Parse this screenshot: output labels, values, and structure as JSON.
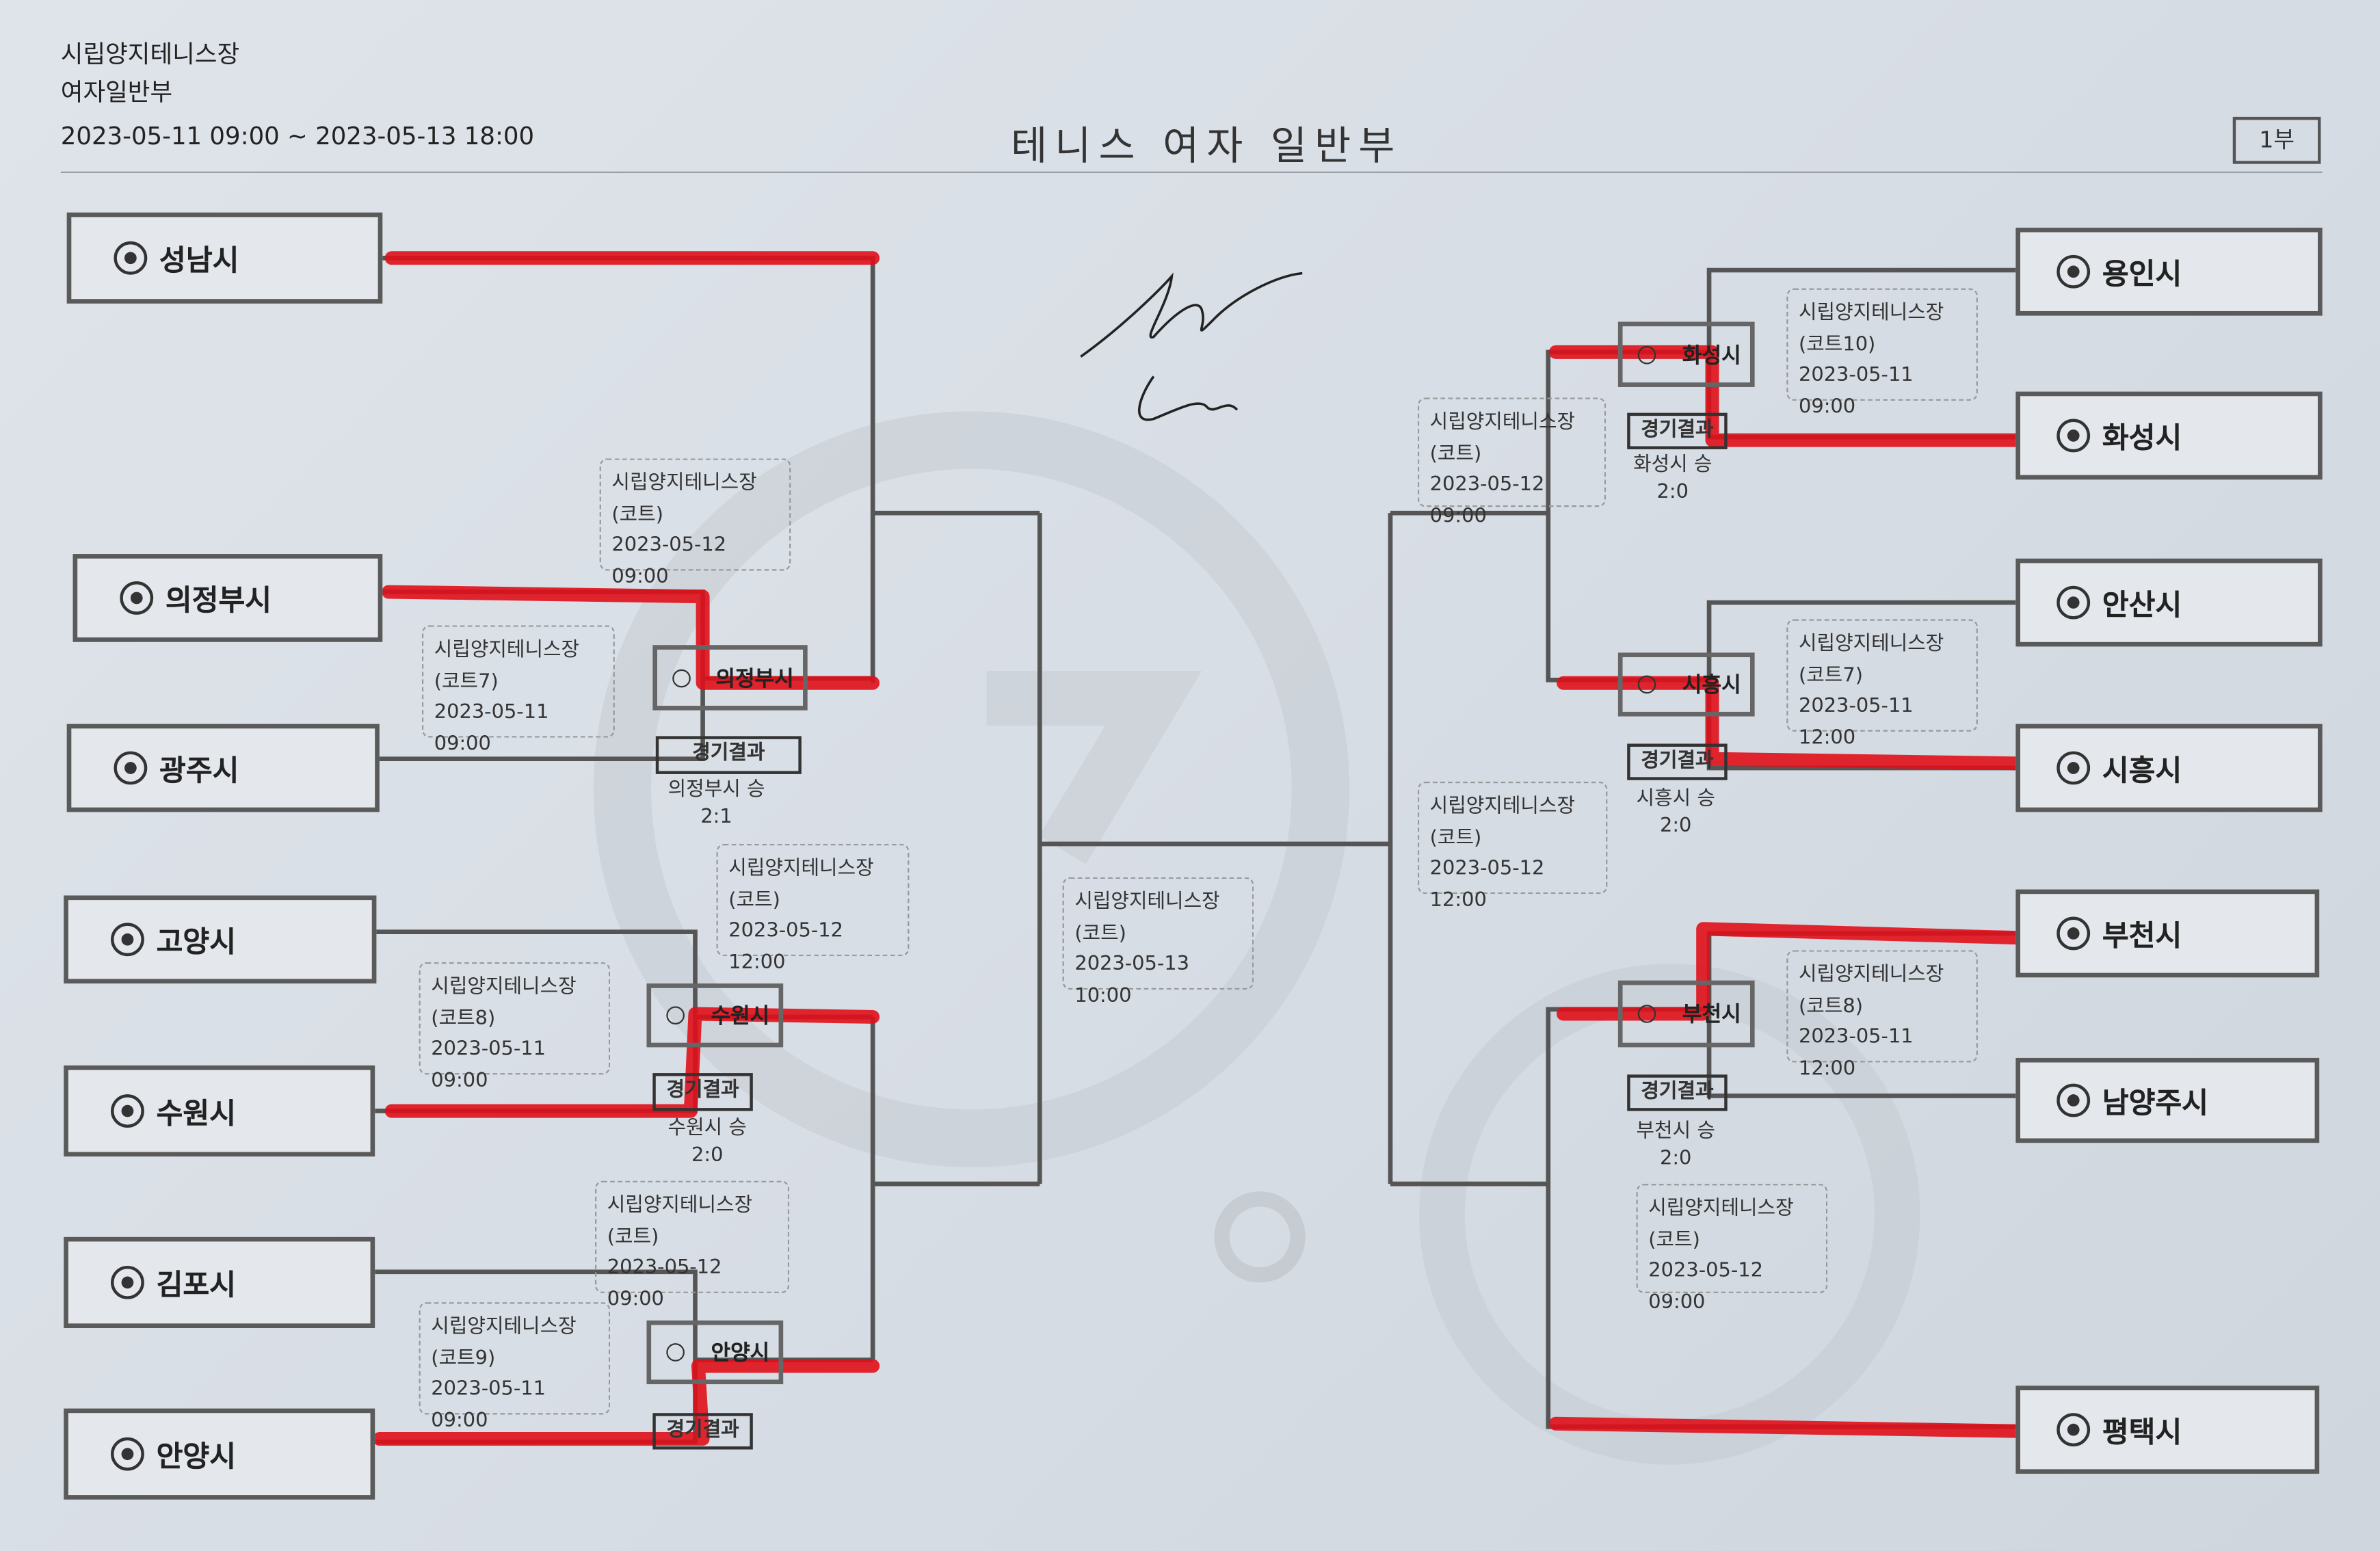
{
  "header": {
    "venue": "시립양지테니스장",
    "division": "여자일반부",
    "period": "2023-05-11 09:00 ~ 2023-05-13 18:00",
    "title": "테니스 여자 일반부",
    "part": "1부"
  },
  "colors": {
    "line": "#555555",
    "marker": "#e0101a",
    "paper": "#d8dee5"
  },
  "left_teams": [
    "성남시",
    "의정부시",
    "광주시",
    "고양시",
    "수원시",
    "김포시",
    "안양시"
  ],
  "right_teams": [
    "용인시",
    "화성시",
    "안산시",
    "시흥시",
    "부천시",
    "남양주시",
    "평택시"
  ],
  "advanced": {
    "l1": "의정부시",
    "l2": "수원시",
    "l3": "안양시",
    "r1": "화성시",
    "r2": "시흥시",
    "r3": "부천시"
  },
  "result_label": "경기결과",
  "results": {
    "l1": {
      "winner": "의정부시 승",
      "score": "2:1"
    },
    "l2": {
      "winner": "수원시 승",
      "score": "2:0"
    },
    "r1": {
      "winner": "화성시 승",
      "score": "2:0"
    },
    "r2": {
      "winner": "시흥시 승",
      "score": "2:0"
    },
    "r3": {
      "winner": "부천시 승",
      "score": "2:0"
    }
  },
  "matches": {
    "l_r1_a": {
      "venue": "시립양지테니스장",
      "court": "(코트7)",
      "time": "2023-05-11 09:00"
    },
    "l_r1_b": {
      "venue": "시립양지테니스장",
      "court": "(코트8)",
      "time": "2023-05-11 09:00"
    },
    "l_r1_c": {
      "venue": "시립양지테니스장",
      "court": "(코트9)",
      "time": "2023-05-11 09:00"
    },
    "l_qf_a": {
      "venue": "시립양지테니스장",
      "court": "(코트)",
      "time": "2023-05-12 09:00"
    },
    "l_qf_b": {
      "venue": "시립양지테니스장",
      "court": "(코트)",
      "time": "2023-05-12 09:00"
    },
    "l_sf": {
      "venue": "시립양지테니스장",
      "court": "(코트)",
      "time": "2023-05-12 12:00"
    },
    "final": {
      "venue": "시립양지테니스장",
      "court": "(코트)",
      "time": "2023-05-13 10:00"
    },
    "r_r1_a": {
      "venue": "시립양지테니스장",
      "court": "(코트10)",
      "time": "2023-05-11 09:00"
    },
    "r_r1_b": {
      "venue": "시립양지테니스장",
      "court": "(코트7)",
      "time": "2023-05-11 12:00"
    },
    "r_r1_c": {
      "venue": "시립양지테니스장",
      "court": "(코트8)",
      "time": "2023-05-11 12:00"
    },
    "r_qf_a": {
      "venue": "시립양지테니스장",
      "court": "(코트)",
      "time": "2023-05-12 09:00"
    },
    "r_qf_b": {
      "venue": "시립양지테니스장",
      "court": "(코트)",
      "time": "2023-05-12 09:00"
    },
    "r_sf": {
      "venue": "시립양지테니스장",
      "court": "(코트)",
      "time": "2023-05-12 12:00"
    }
  }
}
